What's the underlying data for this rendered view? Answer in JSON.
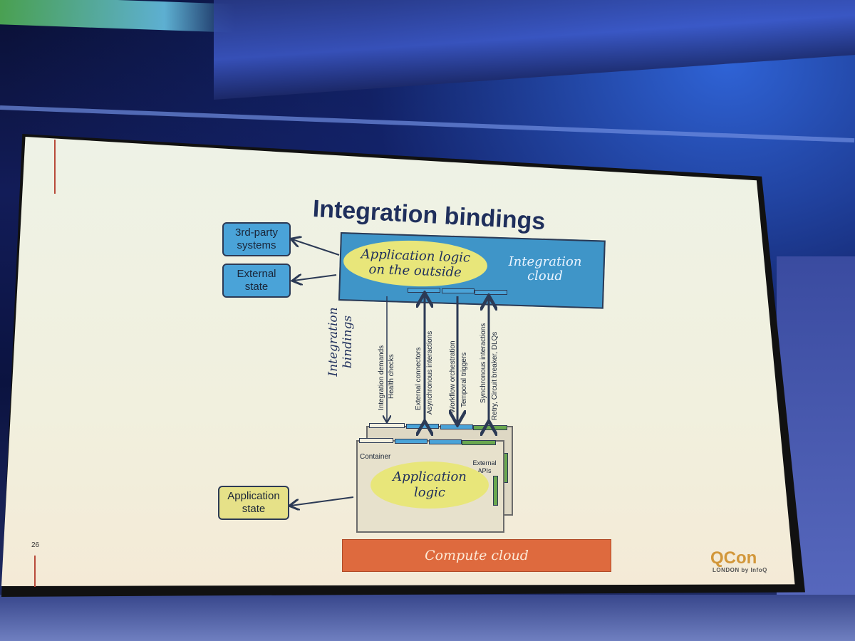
{
  "slide": {
    "title": "Integration bindings",
    "page_number": "26",
    "left_boxes": {
      "third_party": "3rd-party\nsystems",
      "external_state": "External\nstate",
      "application_state": "Application\nstate"
    },
    "integration_cloud": {
      "ellipse_text": "Application logic\non the outside",
      "label": "Integration\ncloud"
    },
    "bindings_side_label": "Integration\nbindings",
    "binding_labels": [
      {
        "line1": "Integration demands",
        "line2": "Health checks"
      },
      {
        "line1": "External connectors",
        "line2": "Asynchronous interactions"
      },
      {
        "line1": "Workflow orchestration",
        "line2": "Temporal triggers"
      },
      {
        "line1": "Synchronous interactions",
        "line2": "Retry, Circuit breaker, DLQs"
      }
    ],
    "container": {
      "label": "Container",
      "external_apis": "External\nAPIs",
      "ellipse_text": "Application\nlogic"
    },
    "compute_cloud": "Compute cloud",
    "logo": {
      "name": "QCon",
      "sub": "LONDON by InfoQ"
    }
  },
  "colors": {
    "title": "#1f2f5c",
    "blue_box": "#4aa3d8",
    "yellow": "#e8e67a",
    "compute": "#de6a3e",
    "logo": "#d2973a"
  }
}
